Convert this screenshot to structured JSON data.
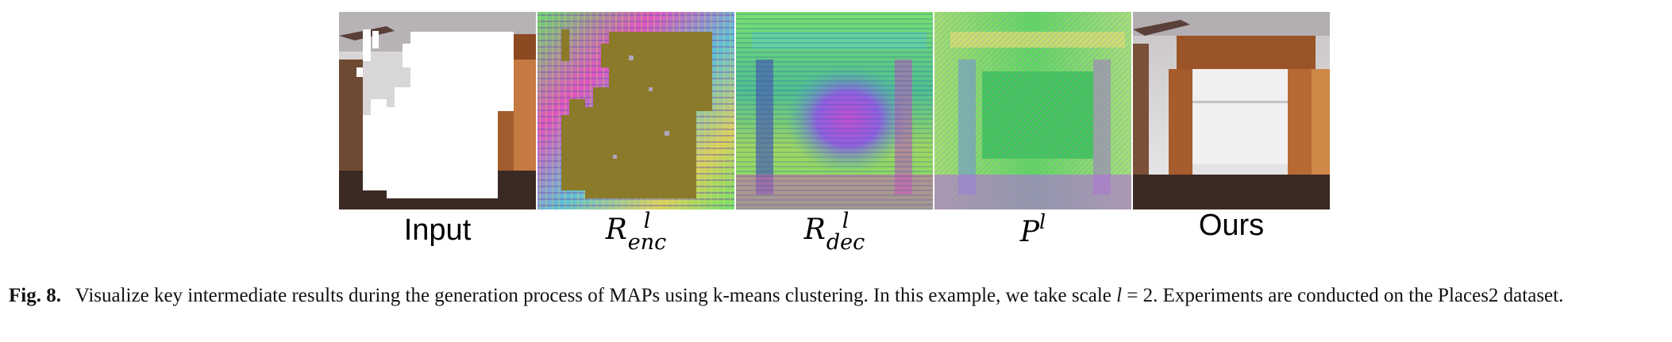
{
  "panels": {
    "input": {
      "label": "Input"
    },
    "r_enc": {
      "symbol": "R",
      "superscript": "l",
      "subscript": "enc"
    },
    "r_dec": {
      "symbol": "R",
      "superscript": "l",
      "subscript": "dec"
    },
    "p": {
      "symbol": "P",
      "superscript": "l"
    },
    "ours": {
      "label": "Ours"
    }
  },
  "caption": {
    "fig_label": "Fig. 8.",
    "text_before_var": "Visualize key intermediate results during the generation process of MAPs using k-means clustering. In this example, we take scale",
    "variable": "l",
    "text_after_var": "= 2. Experiments are conducted on the Places2 dataset."
  },
  "colors": {
    "mask": "#ffffff",
    "mask_fill_enc": "#8a7a2a",
    "wall": "#e8e6e6",
    "wood": "#9b5a30",
    "floor": "#3a2a26"
  }
}
